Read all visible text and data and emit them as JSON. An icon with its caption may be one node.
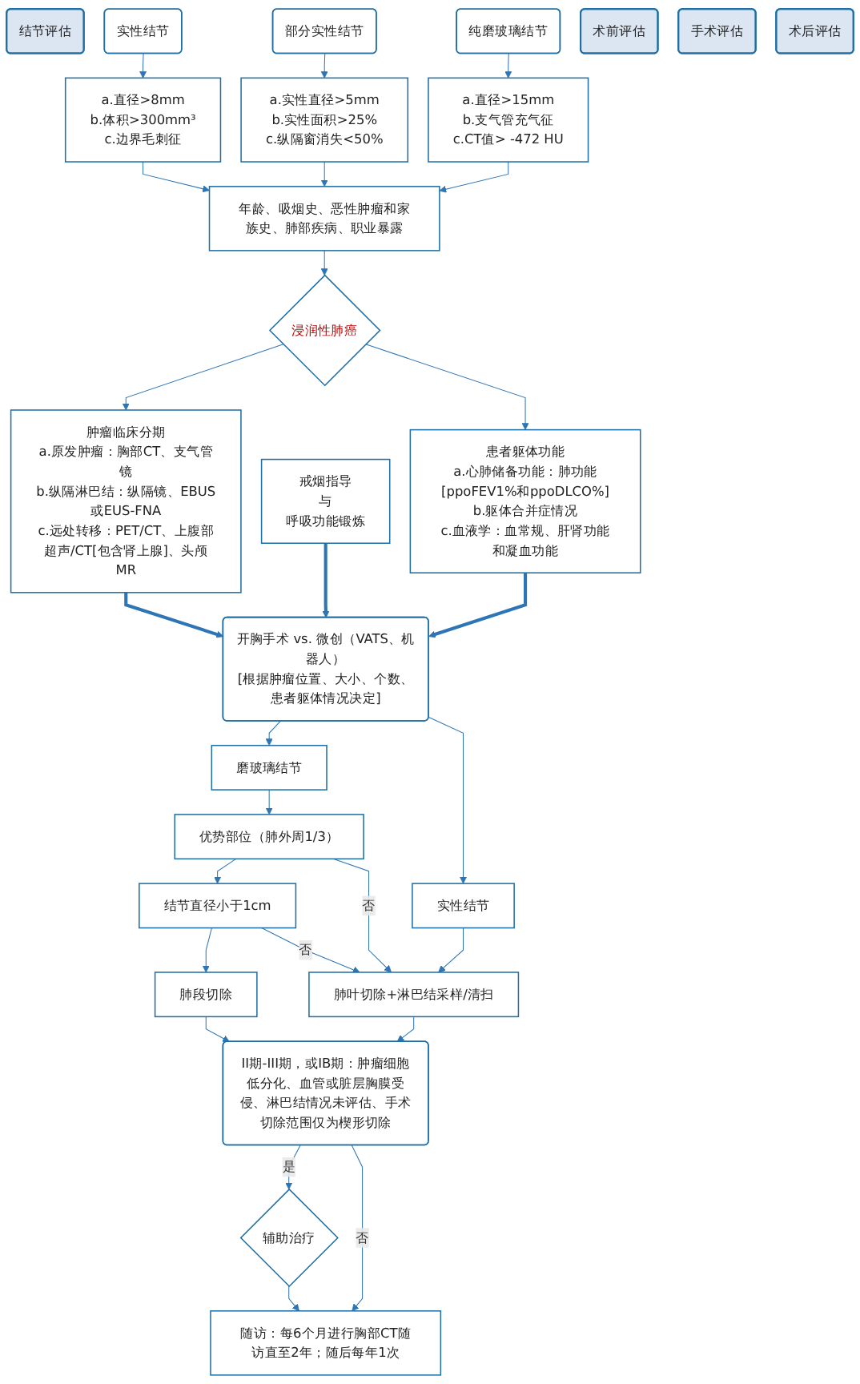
{
  "diagram": {
    "nodes": [
      {
        "text": [
          "结节评估"
        ]
      },
      {
        "text": [
          "实性结节"
        ]
      },
      {
        "text": [
          "部分实性结节"
        ]
      },
      {
        "text": [
          "纯磨玻璃结节"
        ]
      },
      {
        "text": [
          "a.直径>8mm",
          "b.体积>300mm³",
          "c.边界毛刺征"
        ]
      },
      {
        "text": [
          "a.实性直径>5mm",
          "b.实性面积>25%",
          "c.纵隔窗消失<50%"
        ]
      },
      {
        "text": [
          "a.直径>15mm",
          "b.支气管充气征",
          "c.CT值> -472 HU"
        ]
      },
      {
        "text": [
          "年龄、吸烟史、恶性肿瘤和家族史、肺部疾病、职业暴露"
        ]
      },
      {
        "text": [
          "浸润性肺癌"
        ]
      },
      {
        "text": [
          "术前评估"
        ]
      },
      {
        "text": [
          "肿瘤临床分期",
          "a.原发肿瘤：胸部CT、支气管镜",
          "b.纵隔淋巴结：纵隔镜、EBUS或EUS-FNA",
          "c.远处转移：PET/CT、上腹部超声/CT[包含肾上腺]、头颅MR"
        ]
      },
      {
        "text": [
          "戒烟指导",
          "与",
          "呼吸功能锻炼"
        ]
      },
      {
        "text": [
          "患者躯体功能",
          "a.心肺储备功能：肺功能[ppoFEV1%和ppoDLCO%]",
          "b.躯体合并症情况",
          "c.血液学：血常规、肝肾功能和凝血功能"
        ]
      },
      {
        "text": [
          "手术评估"
        ]
      },
      {
        "text": [
          "开胸手术 vs. 微创（VATS、机器人）",
          "[根据肿瘤位置、大小、个数、患者躯体情况决定]"
        ]
      },
      {
        "text": [
          "磨玻璃结节"
        ]
      },
      {
        "text": [
          "实性结节"
        ]
      },
      {
        "text": [
          "优势部位（肺外周1/3）"
        ]
      },
      {
        "text": [
          "结节直径小于1cm"
        ]
      },
      {
        "text": [
          "肺段切除"
        ]
      },
      {
        "text": [
          "肺叶切除+淋巴结采样/清扫"
        ]
      },
      {
        "text": [
          "术后评估"
        ]
      },
      {
        "text": [
          "II期-III期，或IB期：肿瘤细胞低分化、血管或脏层胸膜受侵、淋巴结情况未评估、手术切除范围仅为楔形切除"
        ]
      },
      {
        "text": [
          "辅助治疗"
        ]
      },
      {
        "text": [
          "随访：每6个月进行胸部CT随访直至2年；随后每年1次"
        ]
      }
    ],
    "edges": [
      {
        "from": 1,
        "to": 4,
        "arrow": "to"
      },
      {
        "from": 2,
        "to": 5,
        "arrow": "to"
      },
      {
        "from": 3,
        "to": 6,
        "arrow": "to"
      },
      {
        "from": 4,
        "to": 7,
        "arrow": "to"
      },
      {
        "from": 5,
        "to": 7,
        "arrow": "to"
      },
      {
        "from": 6,
        "to": 7,
        "arrow": "to"
      },
      {
        "from": 7,
        "to": 8,
        "arrow": "to"
      },
      {
        "from": 8,
        "to": 10,
        "arrow": "to"
      },
      {
        "from": 8,
        "to": 12,
        "arrow": "to"
      },
      {
        "from": 10,
        "to": 14,
        "arrow": "to",
        "style": "thick"
      },
      {
        "from": 11,
        "to": 14,
        "arrow": "to",
        "style": "thick"
      },
      {
        "from": 12,
        "to": 14,
        "arrow": "to",
        "style": "thick"
      },
      {
        "from": 14,
        "to": 15,
        "arrow": "to"
      },
      {
        "from": 14,
        "to": 16,
        "arrow": "to"
      },
      {
        "from": 15,
        "to": 17,
        "arrow": "to"
      },
      {
        "from": 17,
        "to": 18,
        "arrow": "to"
      },
      {
        "from": 18,
        "to": 19,
        "arrow": "to"
      },
      {
        "from": 17,
        "to": 20,
        "arrow": "to",
        "label": "否"
      },
      {
        "from": 18,
        "to": 20,
        "arrow": "to",
        "label": "否"
      },
      {
        "from": 16,
        "to": 20,
        "arrow": "to"
      },
      {
        "from": 19,
        "to": 22,
        "arrow": "to"
      },
      {
        "from": 20,
        "to": 22,
        "arrow": "to"
      },
      {
        "from": 22,
        "to": 23,
        "arrow": "to",
        "label": "是"
      },
      {
        "from": 22,
        "to": 24,
        "arrow": "to",
        "label": "否"
      },
      {
        "from": 23,
        "to": 24,
        "arrow": "to"
      }
    ]
  }
}
